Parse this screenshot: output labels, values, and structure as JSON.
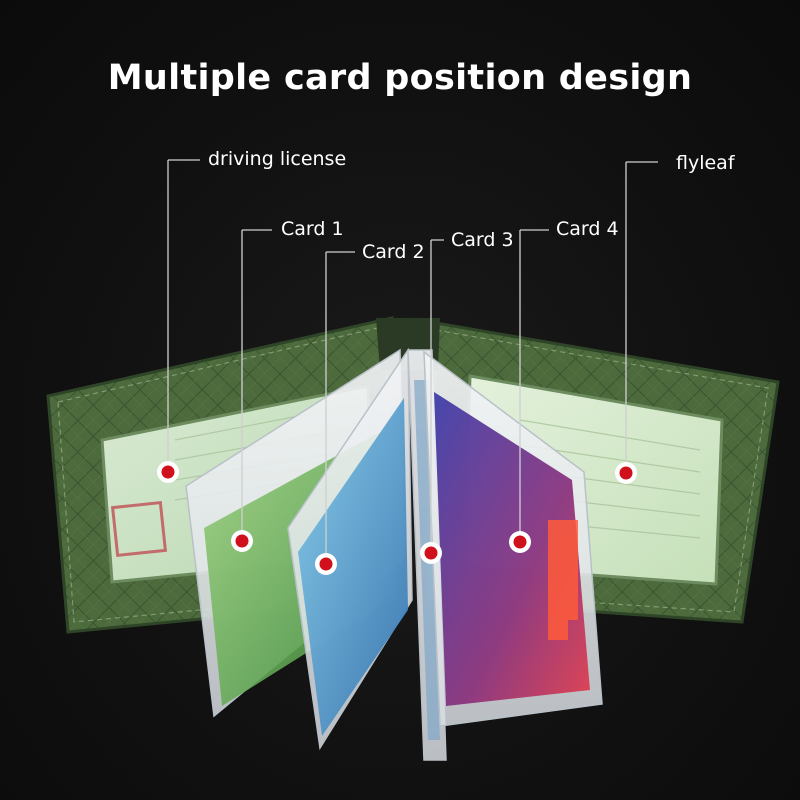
{
  "title": "Multiple card position design",
  "callouts": [
    {
      "id": "driving-license",
      "label": "driving license"
    },
    {
      "id": "card-1",
      "label": "Card 1"
    },
    {
      "id": "card-2",
      "label": "Card 2"
    },
    {
      "id": "card-3",
      "label": "Card 3"
    },
    {
      "id": "card-4",
      "label": "Card 4"
    },
    {
      "id": "flyleaf",
      "label": "flyleaf"
    }
  ],
  "colors": {
    "background": "#111111",
    "leather": "#4f6e3f",
    "marker": "#d0101a",
    "leader_line": "#cfcfcf",
    "text": "#ffffff"
  }
}
